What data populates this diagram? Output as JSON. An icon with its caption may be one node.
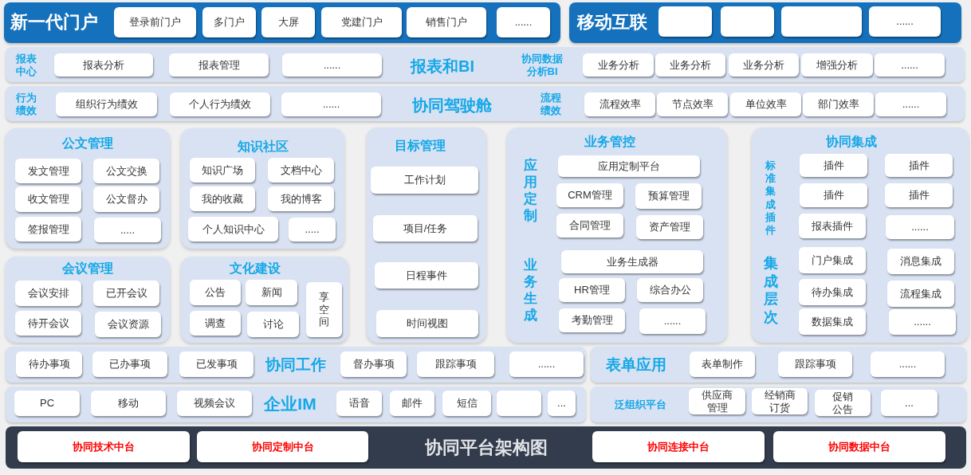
{
  "diagram": {
    "nodes": [
      {
        "text": [
          "新一代门户"
        ]
      },
      {
        "text": [
          "登录前门户"
        ],
        "in": 0
      },
      {
        "text": [
          "多门户"
        ],
        "in": 0
      },
      {
        "text": [
          "大屏"
        ],
        "in": 0
      },
      {
        "text": [
          "党建门户"
        ],
        "in": 0
      },
      {
        "text": [
          "销售门户"
        ],
        "in": 0
      },
      {
        "text": [
          "......"
        ],
        "in": 0
      },
      {
        "text": [
          "移动互联"
        ]
      },
      {
        "text": [],
        "shape": "box",
        "in": 7
      },
      {
        "text": [],
        "shape": "box",
        "in": 7
      },
      {
        "text": [],
        "shape": "box",
        "in": 7
      },
      {
        "text": [
          "......"
        ],
        "in": 7
      },
      {
        "text": [
          "报表中心",
          "报表和BI",
          "协同数据分析BI"
        ]
      },
      {
        "text": [
          "报表分析"
        ],
        "in": 12
      },
      {
        "text": [
          "报表管理"
        ],
        "in": 12
      },
      {
        "text": [
          "......"
        ],
        "in": 12
      },
      {
        "text": [
          "业务分析"
        ],
        "in": 12
      },
      {
        "text": [
          "业务分析"
        ],
        "in": 12
      },
      {
        "text": [
          "业务分析"
        ],
        "in": 12
      },
      {
        "text": [
          "增强分析"
        ],
        "in": 12
      },
      {
        "text": [
          "......"
        ],
        "in": 12
      },
      {
        "text": [
          "行为绩效",
          "协同驾驶舱",
          "流程绩效"
        ]
      },
      {
        "text": [
          "组织行为绩效"
        ],
        "in": 21
      },
      {
        "text": [
          "个人行为绩效"
        ],
        "in": 21
      },
      {
        "text": [
          "......"
        ],
        "in": 21
      },
      {
        "text": [
          "流程效率"
        ],
        "in": 21
      },
      {
        "text": [
          "节点效率"
        ],
        "in": 21
      },
      {
        "text": [
          "单位效率"
        ],
        "in": 21
      },
      {
        "text": [
          "部门效率"
        ],
        "in": 21
      },
      {
        "text": [
          "......"
        ],
        "in": 21
      },
      {
        "text": [
          "公文管理"
        ]
      },
      {
        "text": [
          "发文管理"
        ],
        "in": 30
      },
      {
        "text": [
          "公文交换"
        ],
        "in": 30
      },
      {
        "text": [
          "收文管理"
        ],
        "in": 30
      },
      {
        "text": [
          "公文督办"
        ],
        "in": 30
      },
      {
        "text": [
          "签报管理"
        ],
        "in": 30
      },
      {
        "text": [
          "....."
        ],
        "in": 30
      },
      {
        "text": [
          "知识社区"
        ]
      },
      {
        "text": [
          "知识广场"
        ],
        "in": 37
      },
      {
        "text": [
          "文档中心"
        ],
        "in": 37
      },
      {
        "text": [
          "我的收藏"
        ],
        "in": 37
      },
      {
        "text": [
          "我的博客"
        ],
        "in": 37
      },
      {
        "text": [
          "个人知识中心"
        ],
        "in": 37
      },
      {
        "text": [
          "....."
        ],
        "in": 37
      },
      {
        "text": [
          "会议管理"
        ]
      },
      {
        "text": [
          "会议安排"
        ],
        "in": 44
      },
      {
        "text": [
          "已开会议"
        ],
        "in": 44
      },
      {
        "text": [
          "待开会议"
        ],
        "in": 44
      },
      {
        "text": [
          "会议资源"
        ],
        "in": 44
      },
      {
        "text": [
          "文化建设"
        ]
      },
      {
        "text": [
          "公告"
        ],
        "in": 49
      },
      {
        "text": [
          "新闻"
        ],
        "in": 49
      },
      {
        "text": [
          "享空间"
        ],
        "in": 49
      },
      {
        "text": [
          "调查"
        ],
        "in": 49
      },
      {
        "text": [
          "讨论"
        ],
        "in": 49
      },
      {
        "text": [
          "目标管理"
        ]
      },
      {
        "text": [
          "工作计划"
        ],
        "in": 55
      },
      {
        "text": [
          "项目/任务"
        ],
        "in": 55
      },
      {
        "text": [
          "日程事件"
        ],
        "in": 55
      },
      {
        "text": [
          "时间视图"
        ],
        "in": 55
      },
      {
        "text": [
          "业务管控",
          "应用定制",
          "业务生成"
        ]
      },
      {
        "text": [
          "应用定制平台"
        ],
        "in": 60
      },
      {
        "text": [
          "CRM管理"
        ],
        "in": 60
      },
      {
        "text": [
          "预算管理"
        ],
        "in": 60
      },
      {
        "text": [
          "合同管理"
        ],
        "in": 60
      },
      {
        "text": [
          "资产管理"
        ],
        "in": 60
      },
      {
        "text": [
          "业务生成器"
        ],
        "in": 60
      },
      {
        "text": [
          "HR管理"
        ],
        "in": 60
      },
      {
        "text": [
          "综合办公"
        ],
        "in": 60
      },
      {
        "text": [
          "考勤管理"
        ],
        "in": 60
      },
      {
        "text": [
          "......"
        ],
        "in": 60
      },
      {
        "text": [
          "协同集成",
          "标准集成插件",
          "集成层次"
        ]
      },
      {
        "text": [
          "插件"
        ],
        "in": 71
      },
      {
        "text": [
          "插件"
        ],
        "in": 71
      },
      {
        "text": [
          "插件"
        ],
        "in": 71
      },
      {
        "text": [
          "插件"
        ],
        "in": 71
      },
      {
        "text": [
          "报表插件"
        ],
        "in": 71
      },
      {
        "text": [
          "......"
        ],
        "in": 71
      },
      {
        "text": [
          "门户集成"
        ],
        "in": 71
      },
      {
        "text": [
          "消息集成"
        ],
        "in": 71
      },
      {
        "text": [
          "待办集成"
        ],
        "in": 71
      },
      {
        "text": [
          "流程集成"
        ],
        "in": 71
      },
      {
        "text": [
          "数据集成"
        ],
        "in": 71
      },
      {
        "text": [
          "......"
        ],
        "in": 71
      },
      {
        "text": [
          "协同工作"
        ]
      },
      {
        "text": [
          "待办事项"
        ],
        "in": 84
      },
      {
        "text": [
          "已办事项"
        ],
        "in": 84
      },
      {
        "text": [
          "已发事项"
        ],
        "in": 84
      },
      {
        "text": [
          "督办事项"
        ],
        "in": 84
      },
      {
        "text": [
          "跟踪事项"
        ],
        "in": 84
      },
      {
        "text": [
          "......"
        ],
        "in": 84
      },
      {
        "text": [
          "表单应用"
        ]
      },
      {
        "text": [
          "表单制作"
        ],
        "in": 91
      },
      {
        "text": [
          "跟踪事项"
        ],
        "in": 91
      },
      {
        "text": [
          "......"
        ],
        "in": 91
      },
      {
        "text": [
          "企业IM"
        ]
      },
      {
        "text": [
          "PC"
        ],
        "in": 95
      },
      {
        "text": [
          "移动"
        ],
        "in": 95
      },
      {
        "text": [
          "视频会议"
        ],
        "in": 95
      },
      {
        "text": [
          "语音"
        ],
        "in": 95
      },
      {
        "text": [
          "邮件"
        ],
        "in": 95
      },
      {
        "text": [
          "短信"
        ],
        "in": 95
      },
      {
        "text": [],
        "shape": "box",
        "in": 95
      },
      {
        "text": [
          "..."
        ],
        "in": 95
      },
      {
        "text": [
          "泛组织平台"
        ]
      },
      {
        "text": [
          "供应商管理"
        ],
        "in": 104
      },
      {
        "text": [
          "经销商订货"
        ],
        "in": 104
      },
      {
        "text": [
          "促销公告"
        ],
        "in": 104
      },
      {
        "text": [
          "..."
        ],
        "in": 104
      },
      {
        "text": [
          "协同平台架构图"
        ]
      },
      {
        "text": [
          "协同技术中台"
        ],
        "in": 109
      },
      {
        "text": [
          "协同定制中台"
        ],
        "in": 109
      },
      {
        "text": [
          "协同连接中台"
        ],
        "in": 109
      },
      {
        "text": [
          "协同数据中台"
        ],
        "in": 109
      }
    ]
  }
}
